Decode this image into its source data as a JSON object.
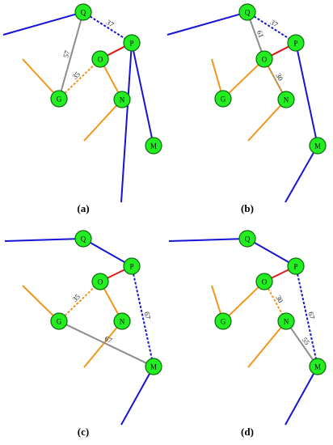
{
  "colors": {
    "blue": "#1414d2",
    "orange": "#f2951a",
    "red": "#e01818",
    "gray": "#8c8c8c",
    "node_fill": "#22ee22"
  },
  "panels": [
    {
      "id": "a",
      "caption": "(a)",
      "nodes": [
        "Q",
        "P",
        "O",
        "G",
        "N",
        "M"
      ],
      "edges": [
        {
          "from": "Q",
          "to": "P",
          "color": "blue",
          "style": "dashed",
          "label": "37"
        },
        {
          "from": "Q",
          "to": "G",
          "color": "gray",
          "style": "solid",
          "label": "57"
        },
        {
          "from": "G",
          "to": "O",
          "color": "orange",
          "style": "dashed",
          "label": "35"
        },
        {
          "from": "O",
          "to": "P",
          "color": "red",
          "style": "solid",
          "label": ""
        },
        {
          "from": "O",
          "to": "N",
          "color": "orange",
          "style": "solid",
          "label": ""
        },
        {
          "from": "P",
          "to": "M",
          "color": "blue",
          "style": "solid",
          "label": ""
        }
      ]
    },
    {
      "id": "b",
      "caption": "(b)",
      "nodes": [
        "Q",
        "P",
        "O",
        "G",
        "N",
        "M"
      ],
      "edges": [
        {
          "from": "Q",
          "to": "P",
          "color": "blue",
          "style": "dashed",
          "label": "37"
        },
        {
          "from": "Q",
          "to": "O",
          "color": "gray",
          "style": "solid",
          "label": "61"
        },
        {
          "from": "O",
          "to": "N",
          "color": "gray",
          "style": "solid",
          "label": "30"
        },
        {
          "from": "O",
          "to": "N",
          "color": "orange",
          "style": "dashed",
          "label": ""
        },
        {
          "from": "O",
          "to": "P",
          "color": "red",
          "style": "solid",
          "label": ""
        },
        {
          "from": "O",
          "to": "G",
          "color": "orange",
          "style": "solid",
          "label": ""
        },
        {
          "from": "P",
          "to": "M",
          "color": "blue",
          "style": "solid",
          "label": ""
        }
      ]
    },
    {
      "id": "c",
      "caption": "(c)",
      "nodes": [
        "Q",
        "P",
        "O",
        "G",
        "N",
        "M"
      ],
      "edges": [
        {
          "from": "P",
          "to": "M",
          "color": "blue",
          "style": "dashed",
          "label": "67"
        },
        {
          "from": "G",
          "to": "M",
          "color": "gray",
          "style": "solid",
          "label": "67"
        },
        {
          "from": "G",
          "to": "O",
          "color": "orange",
          "style": "dashed",
          "label": "35"
        },
        {
          "from": "O",
          "to": "P",
          "color": "red",
          "style": "solid",
          "label": ""
        },
        {
          "from": "O",
          "to": "N",
          "color": "orange",
          "style": "solid",
          "label": ""
        },
        {
          "from": "Q",
          "to": "P",
          "color": "blue",
          "style": "solid",
          "label": ""
        }
      ]
    },
    {
      "id": "d",
      "caption": "(d)",
      "nodes": [
        "Q",
        "P",
        "O",
        "G",
        "N",
        "M"
      ],
      "edges": [
        {
          "from": "P",
          "to": "M",
          "color": "blue",
          "style": "dashed",
          "label": "67"
        },
        {
          "from": "N",
          "to": "M",
          "color": "gray",
          "style": "solid",
          "label": "55"
        },
        {
          "from": "O",
          "to": "N",
          "color": "orange",
          "style": "dashed",
          "label": "30"
        },
        {
          "from": "O",
          "to": "P",
          "color": "red",
          "style": "solid",
          "label": ""
        },
        {
          "from": "O",
          "to": "G",
          "color": "orange",
          "style": "solid",
          "label": ""
        },
        {
          "from": "Q",
          "to": "P",
          "color": "blue",
          "style": "solid",
          "label": ""
        }
      ]
    }
  ]
}
